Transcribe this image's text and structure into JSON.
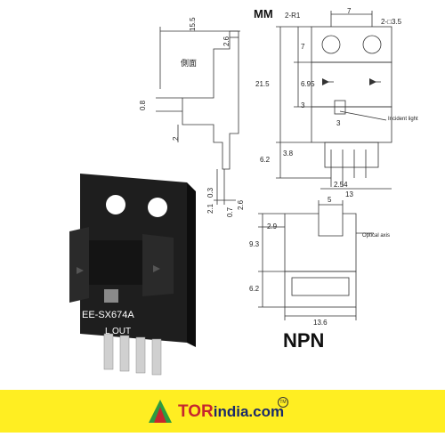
{
  "units_label": "MM",
  "side_view_label": "側面",
  "incident_label": "Incident light",
  "optical_axis_label": "Optical axis",
  "circuit_type": "NPN",
  "model": "EE-SX674A",
  "body_marking": "L OUT",
  "brand": {
    "name_part1": "TOR",
    "name_part2": "india.com",
    "trademark": "TM"
  },
  "dimensions": {
    "top_width": "7",
    "hole_spec": "2-□3.5",
    "radius": "2-R1",
    "d_7": "7",
    "d_6_95": "6.95",
    "d_21_5": "21.5",
    "d_3": "3",
    "d_3b": "3",
    "d_3_8": "3.8",
    "d_6_2": "6.2",
    "d_2_54": "2.54",
    "d_13": "13",
    "d_15_5": "15.5",
    "d_2_6": "2.6",
    "d_0_8": "0.8",
    "d_2": "2",
    "d_0_3": "0.3",
    "d_2_1": "2.1",
    "d_0_7": "0.7",
    "d_2_6b": "2.6",
    "d_5": "5",
    "d_2_9": "2.9",
    "d_9_3": "9.3",
    "d_6_2b": "6.2",
    "d_13_6": "13.6"
  },
  "colors": {
    "footer": "#ffee22",
    "brand_red": "#c6262e",
    "brand_blue": "#1a2a6b"
  }
}
